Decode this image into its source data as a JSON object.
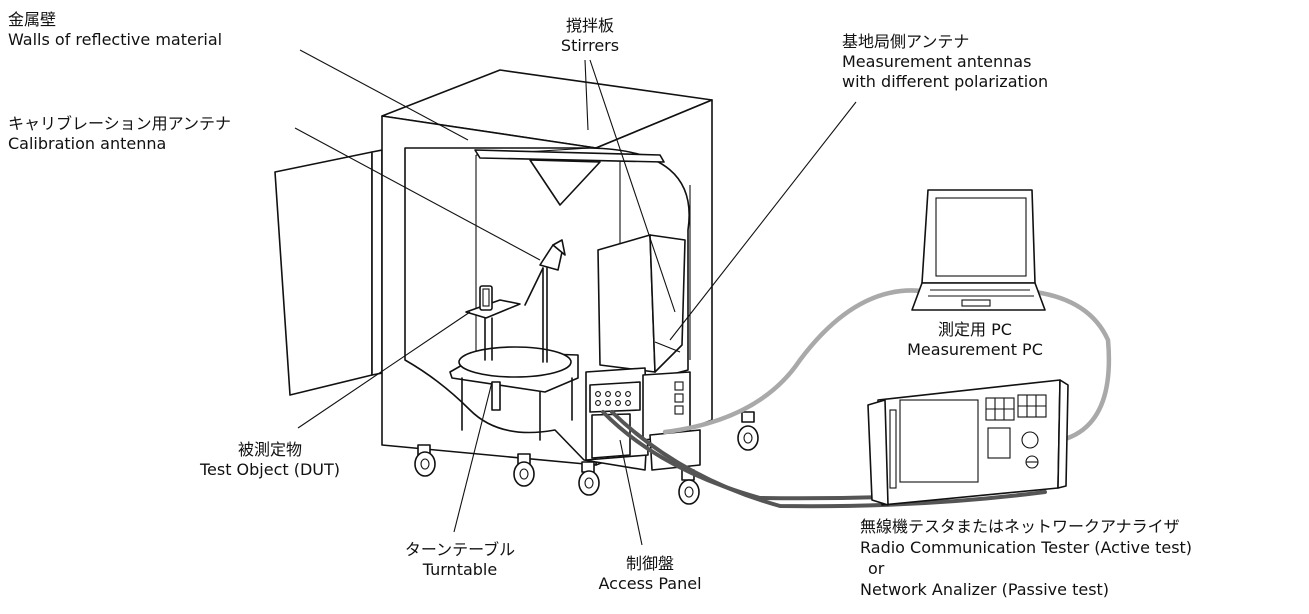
{
  "labels": {
    "walls": {
      "jp": "金属壁",
      "en": "Walls of reflective material"
    },
    "stirrers": {
      "jp": "撹拌板",
      "en": "Stirrers"
    },
    "meas_antennas": {
      "jp": "基地局側アンテナ",
      "en1": "Measurement antennas",
      "en2": "with different polarization"
    },
    "calibration": {
      "jp": "キャリブレーション用アンテナ",
      "en": "Calibration antenna"
    },
    "pc": {
      "jp": "測定用 PC",
      "en": "Measurement PC"
    },
    "dut": {
      "jp": "被測定物",
      "en": "Test Object (DUT)"
    },
    "turntable": {
      "jp": "ターンテーブル",
      "en": "Turntable"
    },
    "panel": {
      "jp": "制御盤",
      "en": "Access Panel"
    },
    "tester": {
      "jp": "無線機テスタまたはネットワークアナライザ",
      "en1": "Radio Communication Tester (Active test)",
      "or": "or",
      "en2": "Network Analizer (Passive test)"
    }
  },
  "colors": {
    "ink": "#111111",
    "gray_cable": "#a9a9a9",
    "dark_cable": "#555555"
  }
}
